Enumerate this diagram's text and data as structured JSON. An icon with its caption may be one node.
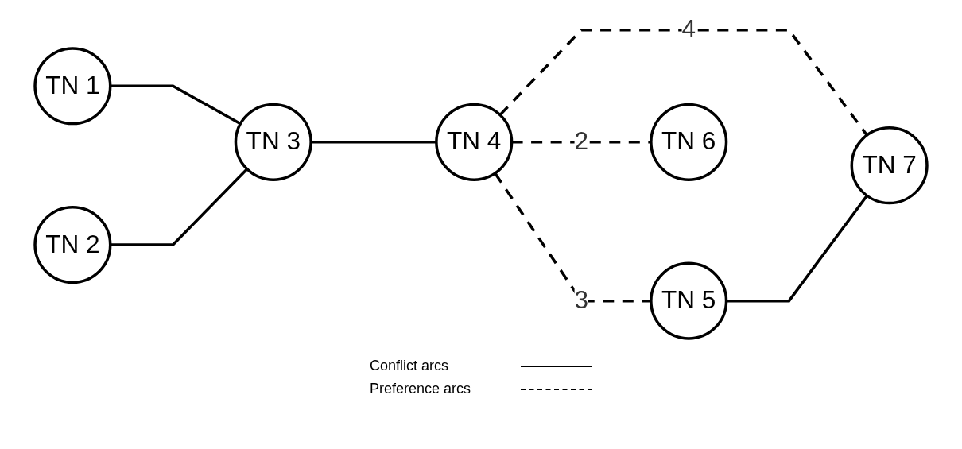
{
  "diagram": {
    "nodes": [
      {
        "text": [
          "TN 1"
        ]
      },
      {
        "text": [
          "TN 2"
        ]
      },
      {
        "text": [
          "TN 3"
        ]
      },
      {
        "text": [
          "TN 4"
        ]
      },
      {
        "text": [
          "TN 5"
        ]
      },
      {
        "text": [
          "TN 6"
        ]
      },
      {
        "text": [
          "TN 7"
        ]
      }
    ],
    "edges": [
      {
        "from": 0,
        "to": 2,
        "arrow": "none"
      },
      {
        "from": 1,
        "to": 2,
        "arrow": "none"
      },
      {
        "from": 2,
        "to": 3,
        "arrow": "none"
      },
      {
        "from": 3,
        "to": 4,
        "arrow": "none",
        "label": "3",
        "style": "dashed"
      },
      {
        "from": 3,
        "to": 6,
        "arrow": "none",
        "label": "4",
        "style": "dashed"
      },
      {
        "from": 3,
        "to": 5,
        "arrow": "none",
        "label": "2",
        "style": "dashed"
      },
      {
        "from": 4,
        "to": 6,
        "arrow": "none"
      }
    ],
    "legend": [
      {
        "text": "Conflict arcs"
      },
      {
        "text": "Preference arcs"
      }
    ]
  }
}
